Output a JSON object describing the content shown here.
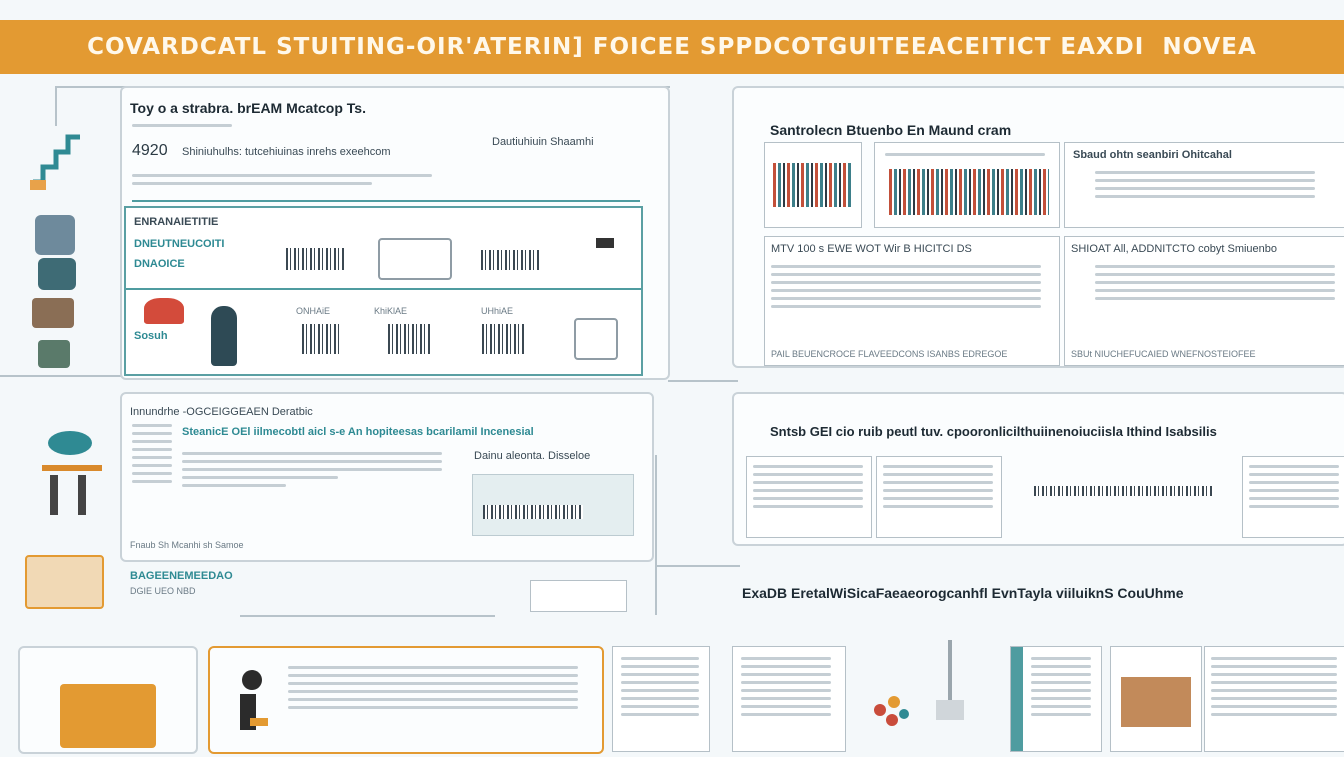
{
  "banner": {
    "title": "COVARDCATL STUITING-OIR'ATERIN] FOICEE SPPDCOTGUITEEACEITICT EAXDI  NOVEA"
  },
  "panel_top_left": {
    "title": "Toy o a strabra. brEAM Mcatcop Ts.",
    "code": "4920",
    "line1": "Shiniuhulhs: tutcehiuinas inrehs exeehcom",
    "right_note": "Dautiuhiuin Shaamhi",
    "sub_title": "ENRANAIETITIE",
    "sub_teal": "DNEUTNEUCOITI",
    "sub_teal2": "DNAOICE",
    "label_row2": "Sosuh",
    "label_a": "ONHAiE",
    "label_b": "KhiKlAE",
    "label_c": "UHhiAE"
  },
  "panel_top_right": {
    "title": "Santrolecn Btuenbo En Maund  cram",
    "mid_title": "Sbaud ohtn seanbiri  Ohitcahal",
    "row_title_left": "MTV 100 s EWE WOT Wir B HICITCI DS",
    "row_title_right": "SHIOAT All, ADDNITCTO cobyt Smiuenbo",
    "footer_left": "PAIL BEUENCROCE FLAVEEDCONS ISANBS EDREGOE",
    "footer_right": "SBUt NIUCHEFUCAIED WNEFNOSTEIOFEE"
  },
  "panel_mid_left": {
    "title": "Innundrhe -OGCEIGGEAEN Deratbic",
    "teal_line": "SteanicE OEl iilmecobtl aicl s-e An  hopiteesas bcarilamil Incenesial",
    "right_note": "Dainu aleonta. Disseloe",
    "foot": "Fnaub Sh Mcanhi sh Samoe"
  },
  "panel_mid_right": {
    "title": "Sntsb GEI cio ruib peutl tuv. cpooronlicilthuiinenoiuciisla Ithind Isabsilis"
  },
  "side_note": {
    "teal": "BAGEENEMEEDAO",
    "sub": "DGIE UEO NBD"
  },
  "bottom_right": {
    "title": "ExaDB EretalWiSicaFaeaeorogcanhfl EvnTayla viiluiknS CouUhme"
  },
  "colors": {
    "banner": "#e39a32",
    "teal": "#4f9ca0",
    "orange": "#d9892c"
  }
}
